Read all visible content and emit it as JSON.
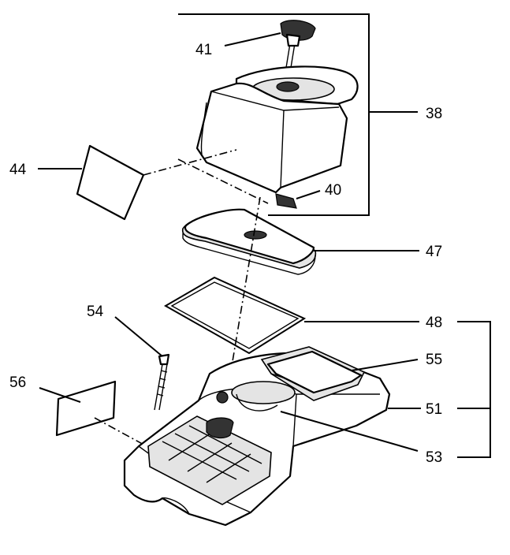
{
  "parts": [
    {
      "id": "41",
      "label": "41"
    },
    {
      "id": "38",
      "label": "38"
    },
    {
      "id": "44",
      "label": "44"
    },
    {
      "id": "40",
      "label": "40"
    },
    {
      "id": "47",
      "label": "47"
    },
    {
      "id": "54",
      "label": "54"
    },
    {
      "id": "48",
      "label": "48"
    },
    {
      "id": "55",
      "label": "55"
    },
    {
      "id": "56",
      "label": "56"
    },
    {
      "id": "51",
      "label": "51"
    },
    {
      "id": "53",
      "label": "53"
    }
  ]
}
